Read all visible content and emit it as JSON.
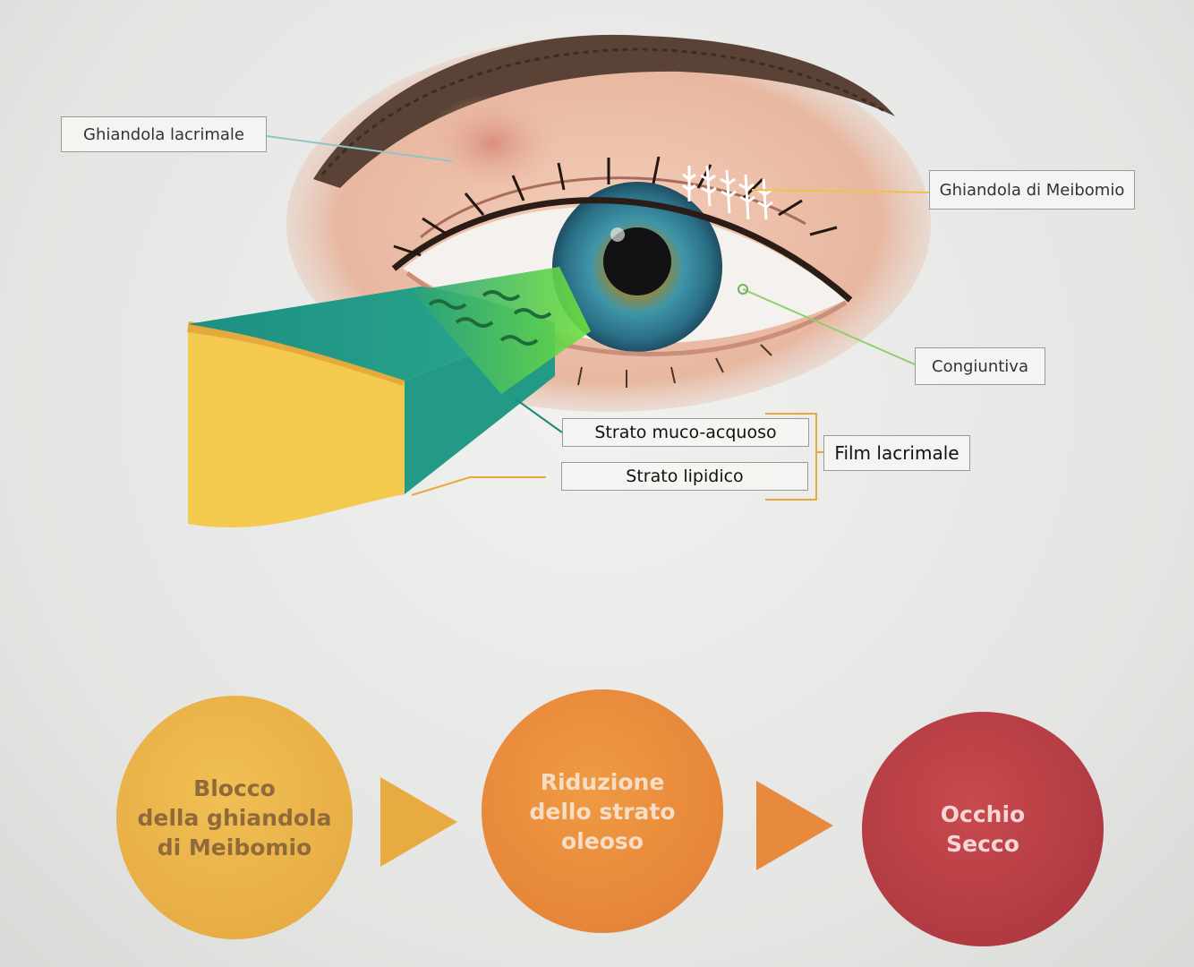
{
  "labels": {
    "lacrimal_gland": "Ghiandola lacrimale",
    "meibomian_gland": "Ghiandola di Meibomio",
    "conjunctiva": "Congiuntiva",
    "muco_aqueous_layer": "Strato muco-acquoso",
    "lipid_layer": "Strato lipidico",
    "tear_film": "Film lacrimale"
  },
  "flow": {
    "steps": [
      {
        "text": "Blocco\ndella ghiandola\ndi Meibomio",
        "color": "#e8ae45"
      },
      {
        "text": "Riduzione\ndello strato\noleoso",
        "color": "#e6863a"
      },
      {
        "text": "Occhio\nSecco",
        "color": "#b13a42"
      }
    ],
    "arrow_colors": [
      "#e8ab42",
      "#e88a3d"
    ]
  },
  "colors": {
    "iris": "#2f7f95",
    "film_teal": "#1f9a88",
    "film_green": "#5fd33a",
    "lipid_yellow": "#f0c24a",
    "skin": "#e8b7a0"
  }
}
